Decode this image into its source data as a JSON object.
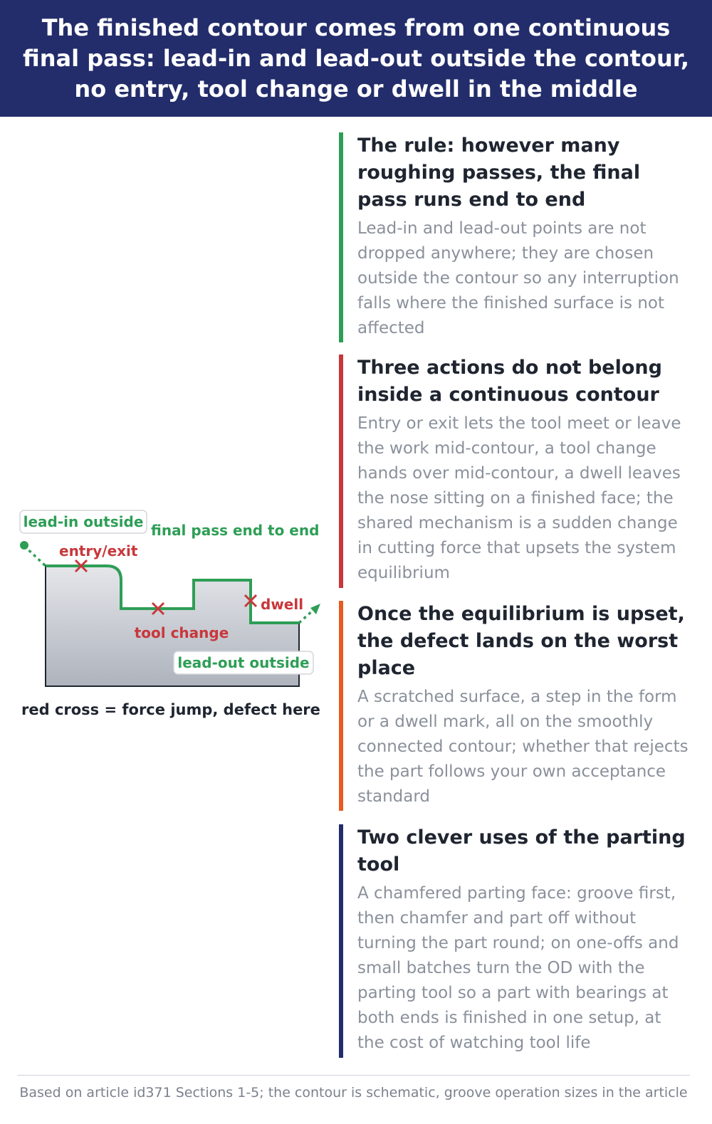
{
  "header": {
    "title": "The finished contour comes from one continuous final pass: lead-in and lead-out outside the contour, no entry, tool change or dwell in the middle"
  },
  "diagram": {
    "labels": {
      "lead_in": "lead-in outside",
      "final_pass": "final pass end to end",
      "entry_exit": "entry/exit",
      "tool_change": "tool change",
      "dwell": "dwell",
      "lead_out": "lead-out outside"
    },
    "caption": "red cross = force jump, defect here",
    "colors": {
      "contour": "#2e9e56",
      "cross": "#c8373b",
      "part_fill_top": "#e4e6ea",
      "part_fill_bottom": "#aeb3bc"
    }
  },
  "sections": [
    {
      "title": "The rule: however many roughing passes, the final pass runs end to end",
      "body": "Lead-in and lead-out points are not dropped anywhere; they are chosen outside the contour so any interruption falls where the finished surface is not affected",
      "color": "#2e9e56"
    },
    {
      "title": "Three actions do not belong inside a continuous contour",
      "body": "Entry or exit lets the tool meet or leave the work mid-contour, a tool change hands over mid-contour, a dwell leaves the nose sitting on a finished face; the shared mechanism is a sudden change in cutting force that upsets the system equilibrium",
      "color": "#c8373b"
    },
    {
      "title": "Once the equilibrium is upset, the defect lands on the worst place",
      "body": "A scratched surface, a step in the form or a dwell mark, all on the smoothly connected contour; whether that rejects the part follows your own acceptance standard",
      "color": "#e65c1e"
    },
    {
      "title": "Two clever uses of the parting tool",
      "body": "A chamfered parting face: groove first, then chamfer and part off without turning the part round; on one-offs and small batches turn the OD with the parting tool so a part with bearings at both ends is finished in one setup, at the cost of watching tool life",
      "color": "#232d6b"
    }
  ],
  "footer": {
    "note": "Based on article id371 Sections 1-5; the contour is schematic, groove operation sizes in the article"
  }
}
